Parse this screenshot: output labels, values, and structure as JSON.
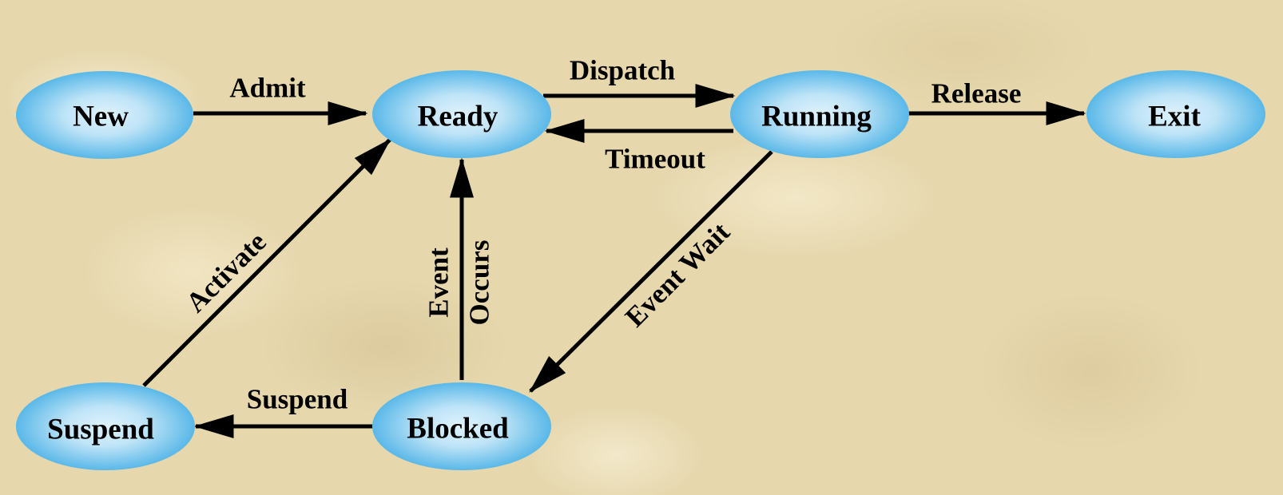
{
  "nodes": {
    "new": "New",
    "ready": "Ready",
    "running": "Running",
    "exit": "Exit",
    "suspend": "Suspend",
    "blocked": "Blocked"
  },
  "edges": {
    "admit": "Admit",
    "dispatch": "Dispatch",
    "timeout": "Timeout",
    "release": "Release",
    "event_wait": "Event Wait",
    "event_occurs_line1": "Event",
    "event_occurs_line2": "Occurs",
    "activate": "Activate",
    "suspend": "Suspend"
  },
  "colors": {
    "node_fill_center": "#dff2fc",
    "node_fill_edge": "#5ab8e8",
    "line": "#000000"
  }
}
